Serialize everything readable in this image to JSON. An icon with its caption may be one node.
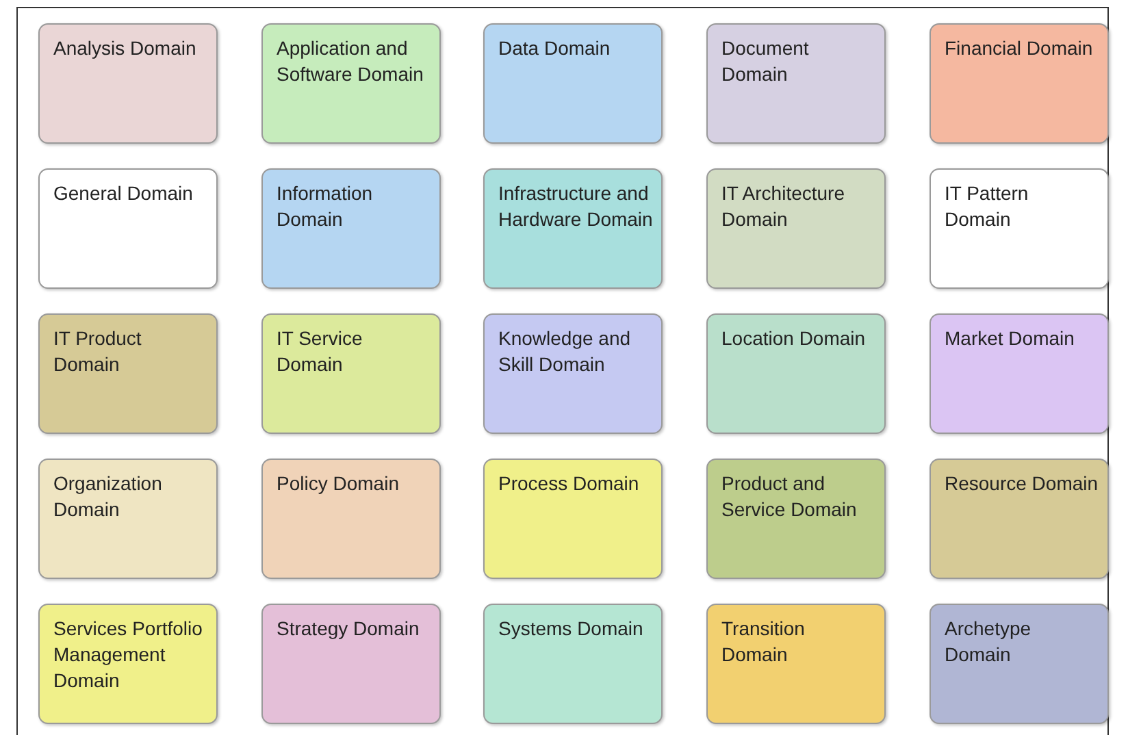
{
  "diagram": {
    "nodes": [
      {
        "text": [
          "Analysis Domain"
        ]
      },
      {
        "text": [
          "Application and Software Domain"
        ]
      },
      {
        "text": [
          "Data Domain"
        ]
      },
      {
        "text": [
          "Document Domain"
        ]
      },
      {
        "text": [
          "Financial Domain"
        ]
      },
      {
        "text": [
          "General Domain"
        ]
      },
      {
        "text": [
          "Information Domain"
        ]
      },
      {
        "text": [
          "Infrastructure and Hardware Domain"
        ]
      },
      {
        "text": [
          "IT Architecture Domain"
        ]
      },
      {
        "text": [
          "IT Pattern Domain"
        ]
      },
      {
        "text": [
          "IT Product Domain"
        ]
      },
      {
        "text": [
          "IT Service Domain"
        ]
      },
      {
        "text": [
          "Knowledge and Skill Domain"
        ]
      },
      {
        "text": [
          "Location Domain"
        ]
      },
      {
        "text": [
          "Market Domain"
        ]
      },
      {
        "text": [
          "Organization Domain"
        ]
      },
      {
        "text": [
          "Policy Domain"
        ]
      },
      {
        "text": [
          "Process Domain"
        ]
      },
      {
        "text": [
          "Product and Service Domain"
        ]
      },
      {
        "text": [
          "Resource Domain"
        ]
      },
      {
        "text": [
          "Services Portfolio Management Domain"
        ]
      },
      {
        "text": [
          "Strategy Domain"
        ]
      },
      {
        "text": [
          "Systems Domain"
        ]
      },
      {
        "text": [
          "Transition Domain"
        ]
      },
      {
        "text": [
          "Archetype Domain"
        ]
      }
    ]
  }
}
